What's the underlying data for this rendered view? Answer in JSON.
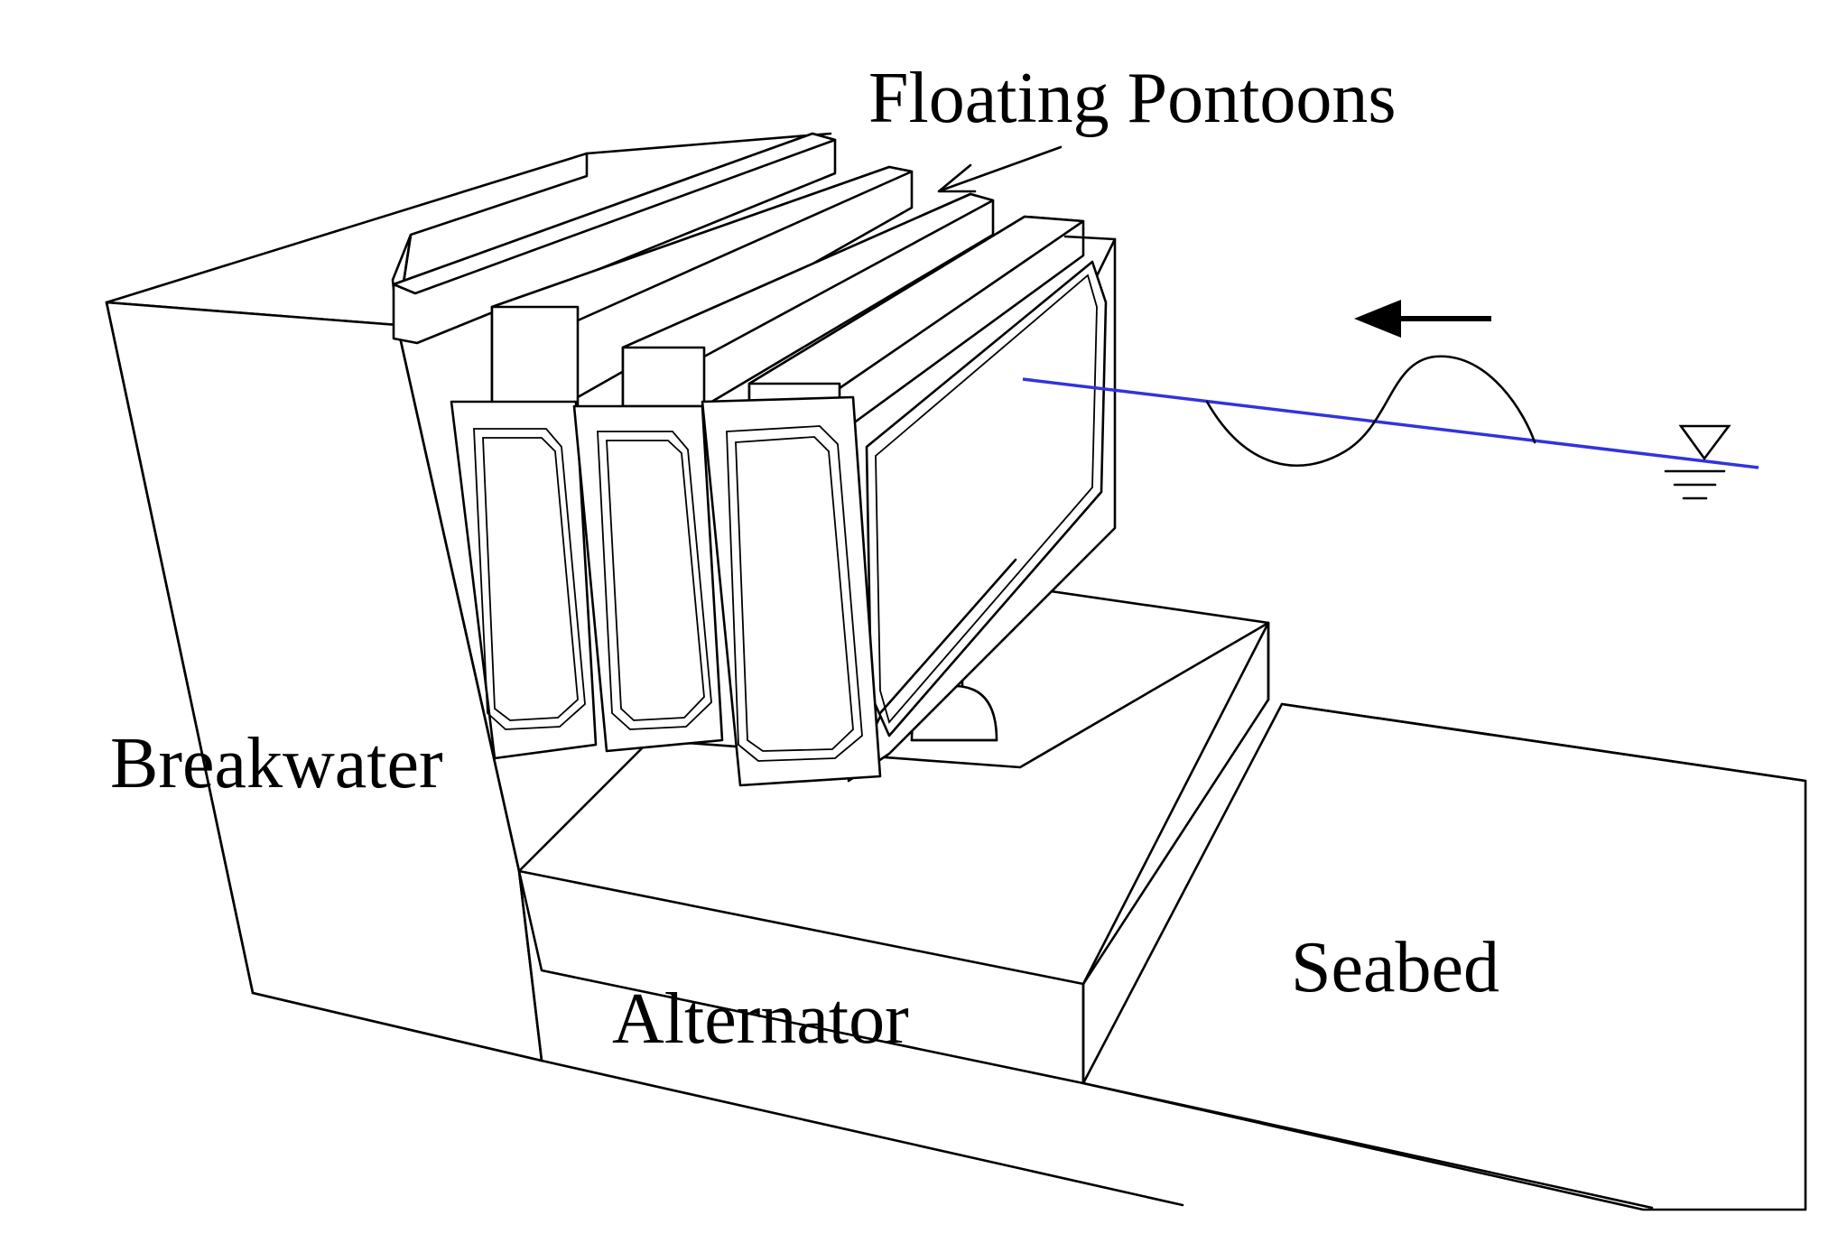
{
  "labels": {
    "floating_pontoons": "Floating Pontoons",
    "breakwater": "Breakwater",
    "alternator": "Alternator",
    "seabed": "Seabed"
  },
  "colors": {
    "water_line": "#3333dd",
    "outline": "#000000",
    "background": "#ffffff"
  },
  "icons": {
    "wave_direction": "left-arrow-icon",
    "water_level": "water-level-triangle-icon"
  }
}
